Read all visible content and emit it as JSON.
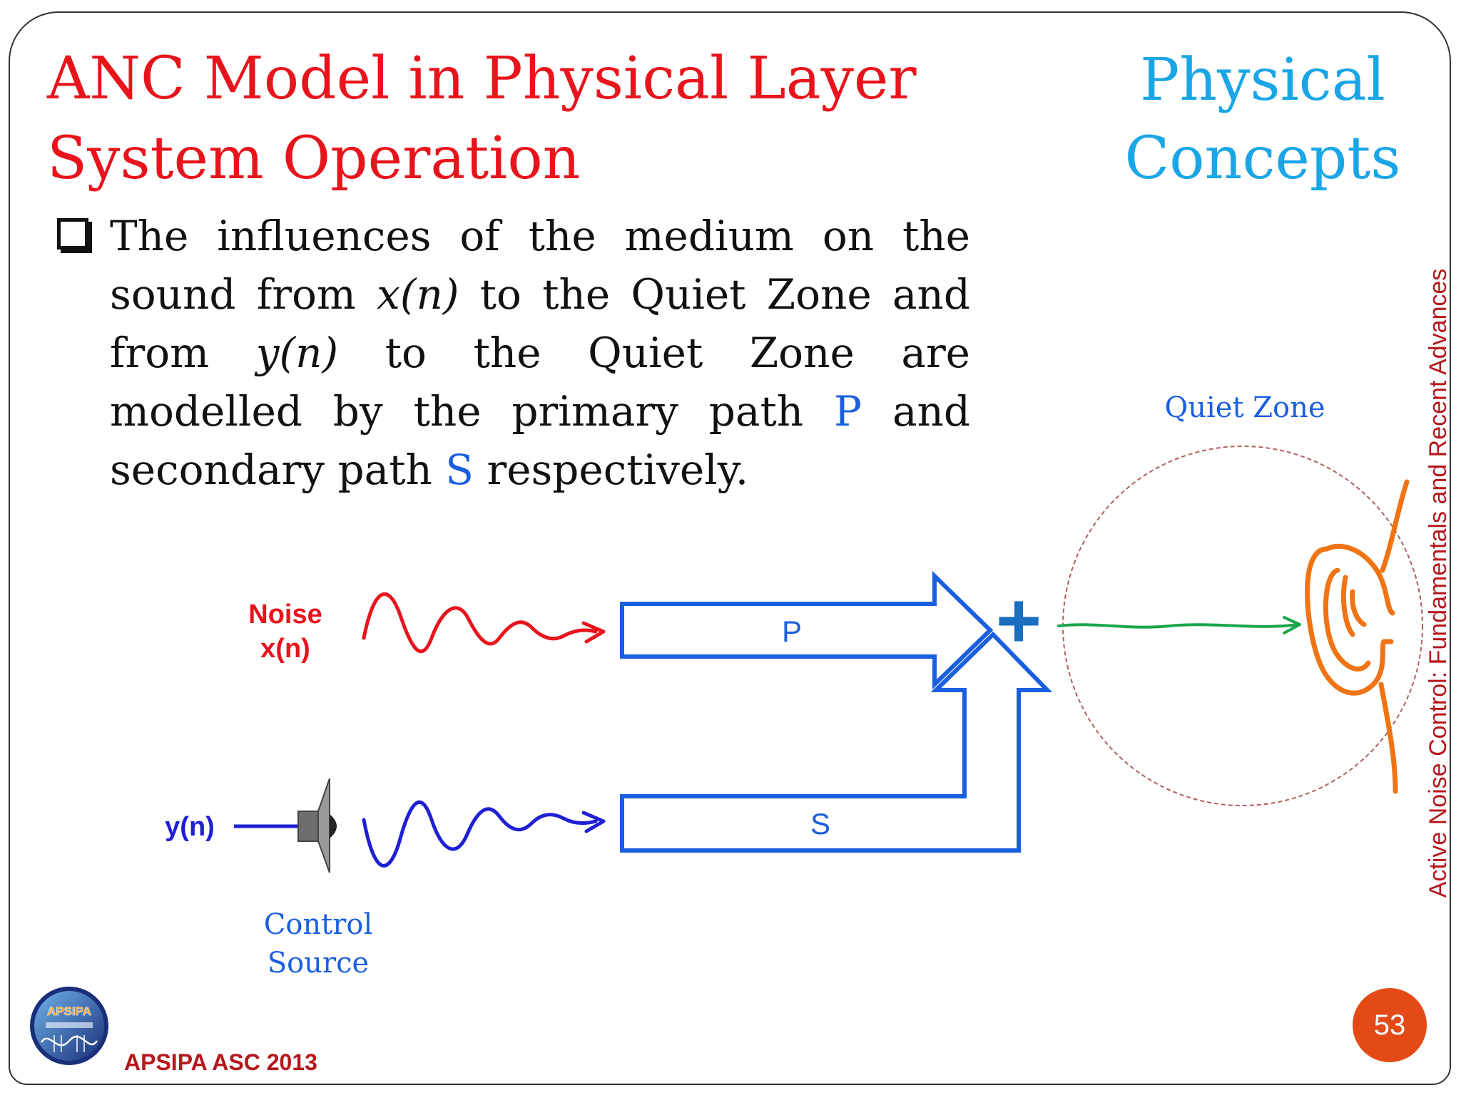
{
  "slide": {
    "title_line1": "ANC Model in Physical Layer",
    "title_line2": "System Operation",
    "section_line1": "Physical",
    "section_line2": "Concepts",
    "bullet": {
      "p1": "The influences of the medium on the sound from ",
      "x_var": "x(n)",
      "p2": " to the Quiet Zone and from ",
      "y_var": "y(n)",
      "p3": " to the Quiet Zone are modelled by the primary path ",
      "p_sym": "P",
      "p4": " and secondary path ",
      "s_sym": "S",
      "p5": " respectively."
    },
    "side_label": "Active Noise Control: Fundamentals and Recent Advances",
    "conference": "APSIPA ASC 2013",
    "logo_text": "APSIPA",
    "page_number": "53"
  },
  "diagram": {
    "noise_label_1": "Noise",
    "noise_label_2": "x(n)",
    "control_input_label": "y(n)",
    "control_source_1": "Control",
    "control_source_2": "Source",
    "primary_path": "P",
    "secondary_path": "S",
    "sum_symbol": "+",
    "quiet_zone": "Quiet Zone",
    "colors": {
      "noise": "#e8141c",
      "control": "#1f1fd6",
      "path": "#1a5fe0",
      "sum": "#1a6ec0",
      "output": "#1aa64a",
      "ear": "#f07414",
      "zone": "#b06060"
    }
  }
}
